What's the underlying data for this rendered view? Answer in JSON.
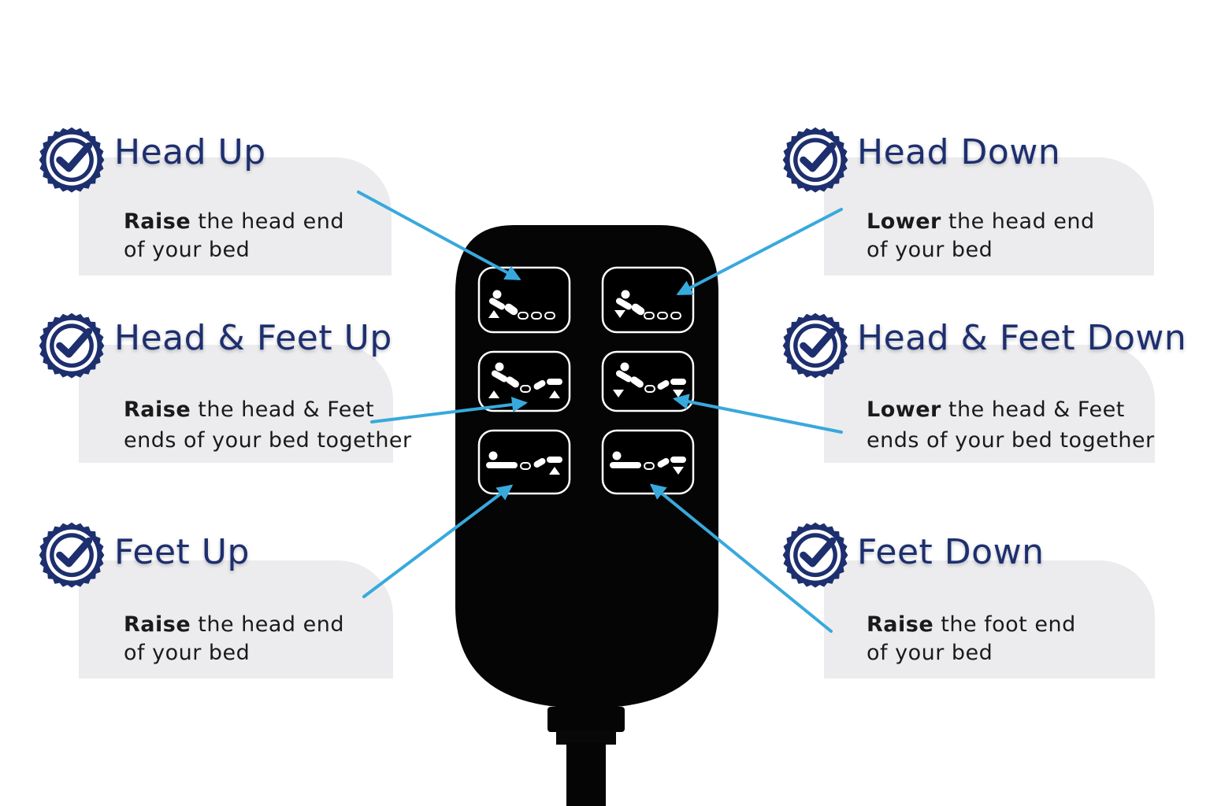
{
  "colors": {
    "title": "#1d2f6f",
    "badge": "#1d2f6f",
    "arrow": "#38a9dc",
    "card": "#ececee",
    "remote": "#050505"
  },
  "icons": {
    "badge": "check-badge-icon",
    "head_up": "bed-head-up-icon",
    "head_down": "bed-head-down-icon",
    "head_feet_up": "bed-head-feet-up-icon",
    "head_feet_down": "bed-head-feet-down-icon",
    "feet_up": "bed-feet-up-icon",
    "feet_down": "bed-feet-down-icon"
  },
  "features": {
    "head_up": {
      "title": "Head Up",
      "bold": "Raise",
      "line1_rest": " the head end",
      "line2": "of your bed"
    },
    "head_feet_up": {
      "title": "Head & Feet Up",
      "bold": "Raise",
      "line1_rest": " the head & Feet",
      "line2": "ends of your bed together"
    },
    "feet_up": {
      "title": "Feet Up",
      "bold": "Raise",
      "line1_rest": " the head end",
      "line2": "of your bed"
    },
    "head_down": {
      "title": "Head Down",
      "bold": "Lower",
      "line1_rest": " the head end",
      "line2": "of your bed"
    },
    "head_feet_down": {
      "title": "Head & Feet Down",
      "bold": "Lower",
      "line1_rest": " the head & Feet",
      "line2": "ends of your bed together"
    },
    "feet_down": {
      "title": "Feet Down",
      "bold": "Raise",
      "line1_rest": " the foot end",
      "line2": "of your bed"
    }
  }
}
